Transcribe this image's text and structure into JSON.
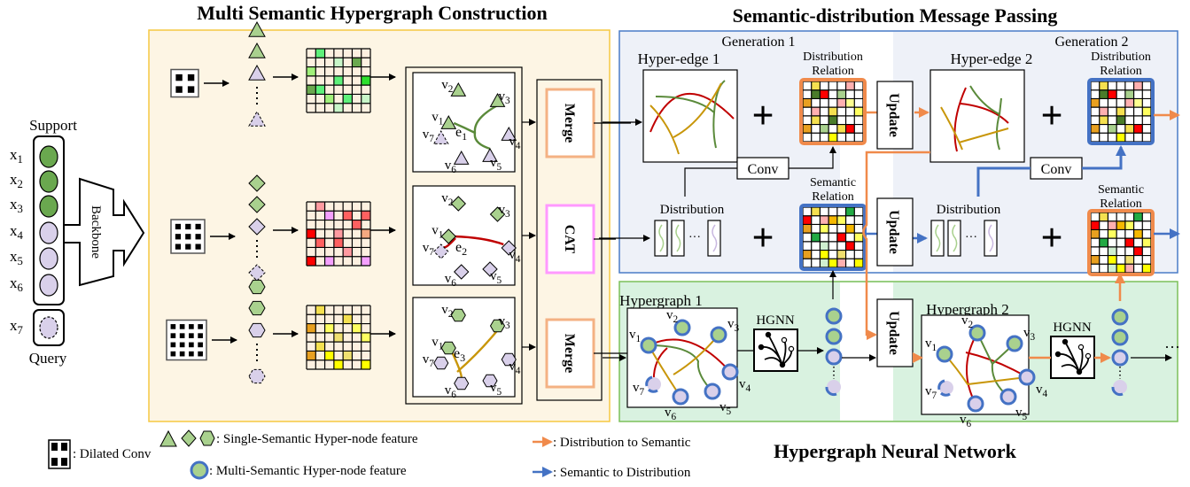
{
  "titles": {
    "construction": "Multi Semantic Hypergraph Construction",
    "message_passing": "Semantic-distribution Message Passing",
    "hgnn_section": "Hypergraph Neural Network"
  },
  "input": {
    "support_label": "Support",
    "query_label": "Query",
    "backbone_label": "Backbone",
    "samples": [
      {
        "name": "x",
        "sub": "1",
        "class": "support-green"
      },
      {
        "name": "x",
        "sub": "2",
        "class": "support-green"
      },
      {
        "name": "x",
        "sub": "3",
        "class": "support-green"
      },
      {
        "name": "x",
        "sub": "4",
        "class": "support-purple"
      },
      {
        "name": "x",
        "sub": "5",
        "class": "support-purple"
      },
      {
        "name": "x",
        "sub": "6",
        "class": "support-purple"
      },
      {
        "name": "x",
        "sub": "7",
        "class": "query"
      }
    ]
  },
  "construction": {
    "branches": [
      {
        "dilation_grid": "2x2",
        "node_shape": "triangle",
        "edge_label": "e",
        "edge_sub": "1",
        "edge_color": "#5a8a3a",
        "fusion": "Merge"
      },
      {
        "dilation_grid": "3x3",
        "node_shape": "diamond",
        "edge_label": "e",
        "edge_sub": "2",
        "edge_color": "#c00000",
        "fusion": "CAT"
      },
      {
        "dilation_grid": "4x4",
        "node_shape": "hexagon",
        "edge_label": "e",
        "edge_sub": "3",
        "edge_color": "#c8960a",
        "fusion": "Merge"
      }
    ],
    "node_labels": [
      "1",
      "2",
      "3",
      "4",
      "5",
      "6",
      "7"
    ],
    "matrix_palettes": {
      "green": [
        "#5ef07a",
        "#a0f07a",
        "#c8f5c8",
        "#6aa84f",
        "#2ee02e"
      ],
      "red": [
        "#ff9aa0",
        "#ff6060",
        "#ff0000",
        "#f5a0ff",
        "#f5a880"
      ],
      "yellow": [
        "#f5e050",
        "#ffff60",
        "#e8a020",
        "#ffff00",
        "#f0e070"
      ]
    }
  },
  "message_passing": {
    "generations": [
      {
        "label": "Generation 1",
        "hyperedge_label": "Hyper-edge 1",
        "dist_relation_label": [
          "Distribution",
          "Relation"
        ],
        "sem_relation_label": [
          "Semantic",
          "Relation"
        ],
        "distribution_label": "Distribution",
        "conv_label": "Conv"
      },
      {
        "label": "Generation 2",
        "hyperedge_label": "Hyper-edge 2",
        "dist_relation_label": [
          "Distribution",
          "Relation"
        ],
        "sem_relation_label": [
          "Semantic",
          "Relation"
        ],
        "distribution_label": "Distribution",
        "conv_label": "Conv"
      }
    ],
    "update_label": "Update",
    "plus": "+"
  },
  "hgnn": {
    "graphs": [
      {
        "label": "Hypergraph 1",
        "module": "HGNN"
      },
      {
        "label": "Hypergraph 2",
        "module": "HGNN"
      }
    ],
    "ellipsis": "···"
  },
  "legend": {
    "dilated_conv": ": Dilated Conv",
    "single_semantic": ": Single-Semantic Hyper-node feature",
    "multi_semantic": ": Multi-Semantic Hyper-node feature",
    "dist_to_sem": ": Distribution to Semantic",
    "sem_to_dist": ": Semantic to Distribution"
  },
  "colors": {
    "construction_bg": "#fdf5e4",
    "construction_border": "#f5c842",
    "mp_bg": "#eef1f8",
    "mp_border": "#4a7cc7",
    "hgnn_bg": "#d9f2e0",
    "hgnn_border": "#7cc05a",
    "orange": "#f08a4b",
    "blue": "#4472c4",
    "node_green": "#6aa84f",
    "node_light_green": "#a9d18e",
    "node_purple": "#d9d0ea",
    "merge_border": "#f4b183",
    "cat_border": "#ff99ff"
  }
}
